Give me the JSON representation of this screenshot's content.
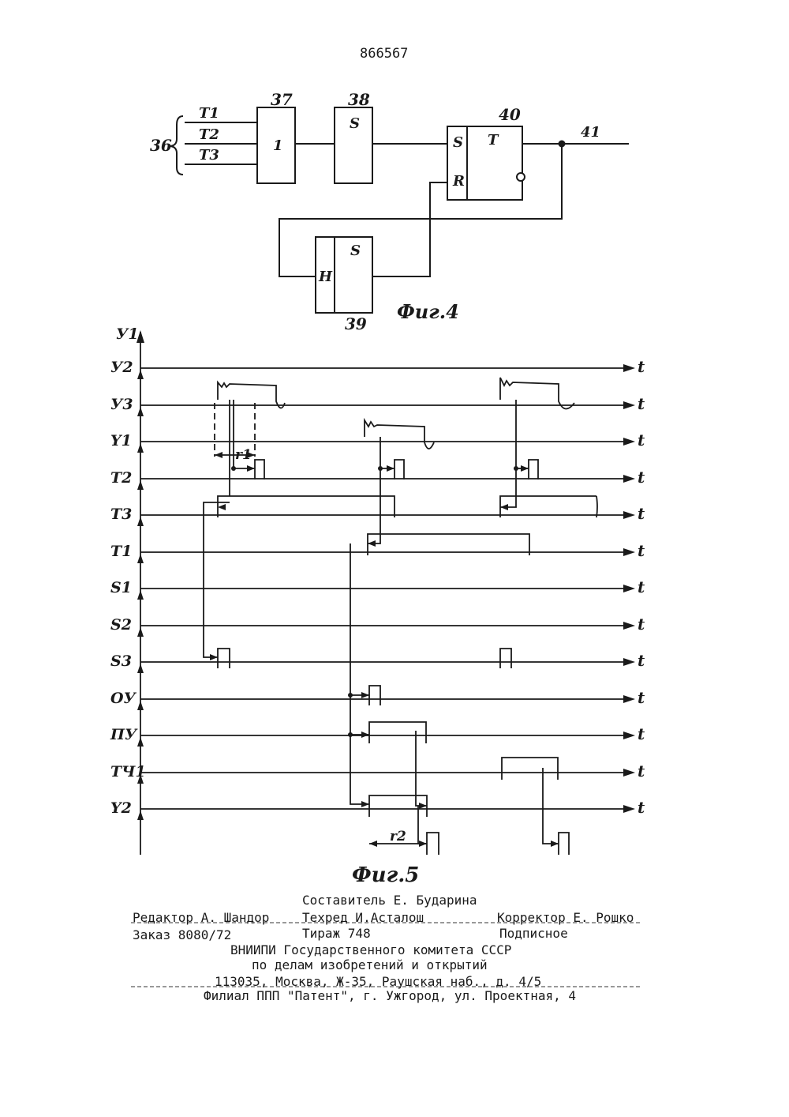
{
  "page_number": "866567",
  "fig4": {
    "caption": "Фиг.4",
    "bus_label": "36",
    "inputs": [
      "T1",
      "T2",
      "T3"
    ],
    "output_label": "41",
    "blocks": {
      "b37": {
        "number": "37",
        "symbol": "1"
      },
      "b38": {
        "number": "38",
        "symbol": "S"
      },
      "b39": {
        "number": "39",
        "symbol": "S",
        "side": "H"
      },
      "b40": {
        "number": "40",
        "symbol": "T",
        "set": "S",
        "reset": "R"
      }
    }
  },
  "fig5": {
    "caption": "Фиг.5",
    "top_label": "У1",
    "axis_symbol": "t",
    "rows": [
      "У2",
      "У3",
      "Y1",
      "T2",
      "T3",
      "T1",
      "S1",
      "S2",
      "S3",
      "ОУ",
      "ПУ",
      "ТЧ1",
      "Y2"
    ],
    "interval_labels": [
      "r1",
      "r2"
    ]
  },
  "imprint": {
    "compiler": "Составитель Е. Бударина",
    "editor": "Редактор А. Шандор",
    "techred": "Техред И.Асталош",
    "corrector": "Корректор Е. Рошко",
    "order": "Заказ 8080/72",
    "circulation": "Тираж 748",
    "subscription": "Подписное",
    "org1": "ВНИИПИ Государственного комитета СССР",
    "org2": "по делам изобретений и открытий",
    "address": "113035, Москва, Ж-35, Раушская наб., д. 4/5",
    "branch": "Филиал ППП \"Патент\", г. Ужгород, ул. Проектная, 4"
  }
}
